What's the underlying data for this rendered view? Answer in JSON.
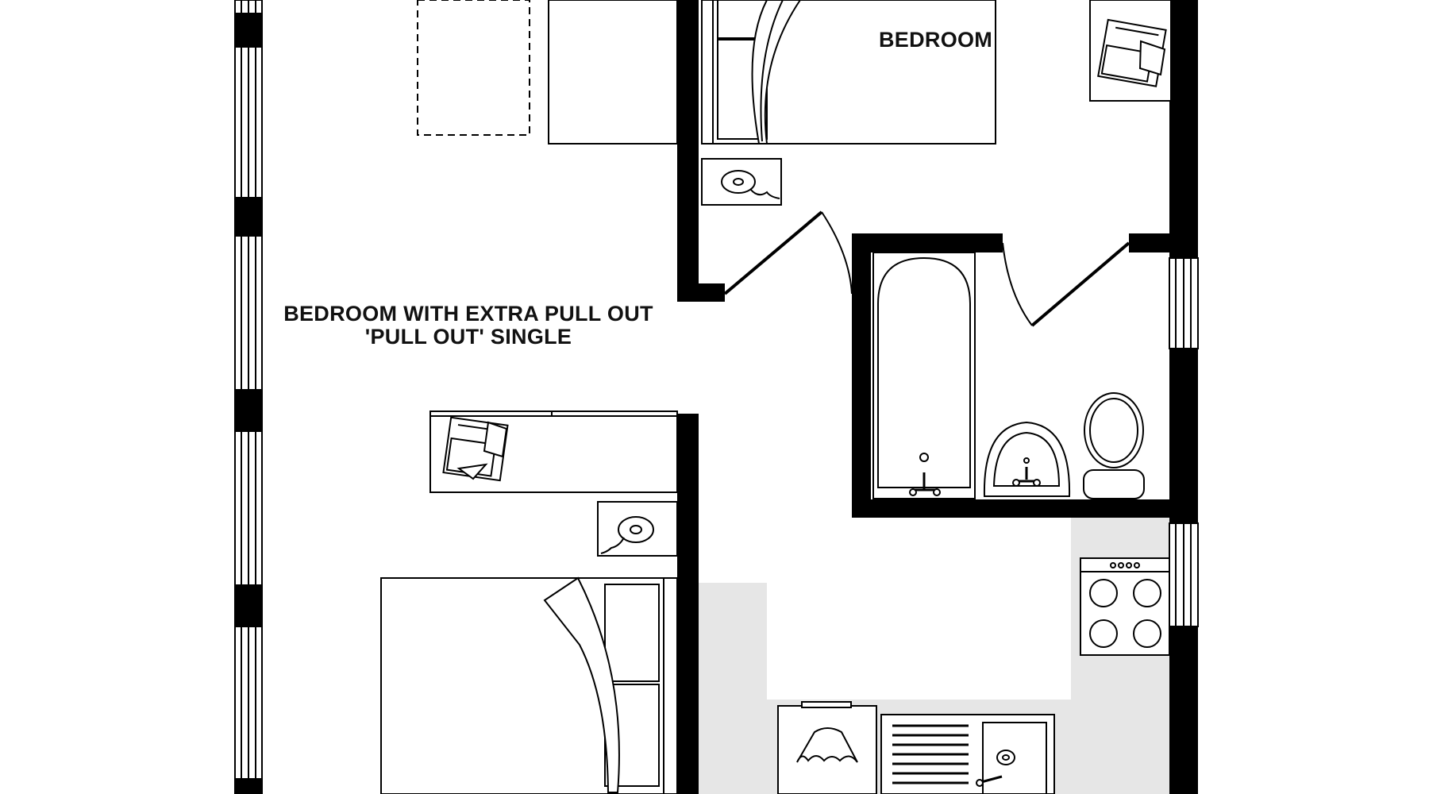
{
  "labels": {
    "bedroom_top": "BEDROOM",
    "bedroom_main_line1": "BEDROOM WITH EXTRA PULL OUT",
    "bedroom_main_line2": "'PULL OUT' SINGLE"
  },
  "colors": {
    "wall": "#000000",
    "background": "#ffffff",
    "kitchen_floor": "#e6e6e6",
    "outline": "#000000"
  }
}
